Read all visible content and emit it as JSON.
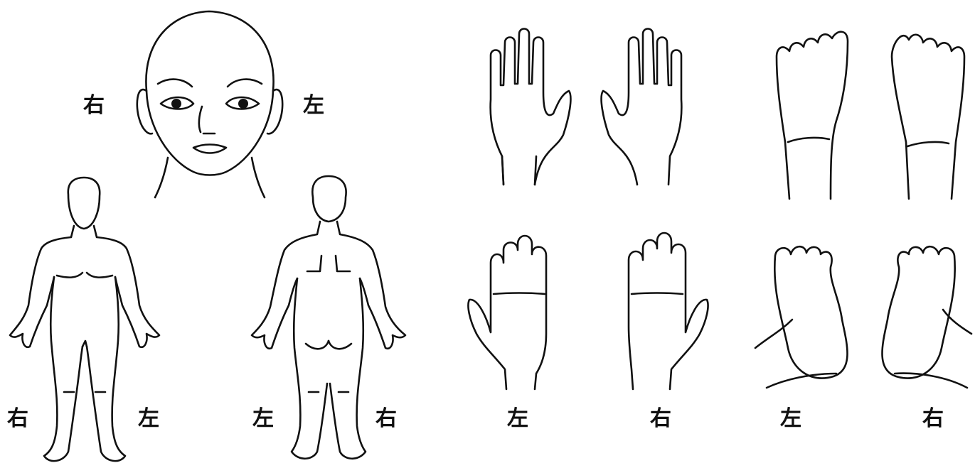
{
  "labels": {
    "head_right": "右",
    "head_left": "左",
    "body_front_right": "右",
    "body_front_left": "左",
    "body_back_left": "左",
    "body_back_right": "右",
    "hand_palm_left": "左",
    "hand_palm_right": "右",
    "foot_sole_left": "左",
    "foot_sole_right": "右"
  },
  "colors": {
    "line": "#111111",
    "background": "#ffffff"
  }
}
